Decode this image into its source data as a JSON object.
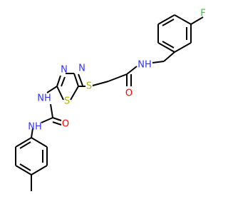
{
  "colors": {
    "bond": "#000000",
    "carbon": "#000000",
    "nitrogen": "#3333ff",
    "oxygen": "#ff0000",
    "sulfur": "#b2b200",
    "fluorine": "#33cc33"
  },
  "atoms": {
    "f": "F",
    "nh_amide": "NH",
    "o_amide": "O",
    "s_thioether": "S",
    "n3": "N",
    "n4": "N",
    "s_ring": "S",
    "nh_ring": "NH",
    "o_urea": "O",
    "nh_urea": "NH"
  }
}
